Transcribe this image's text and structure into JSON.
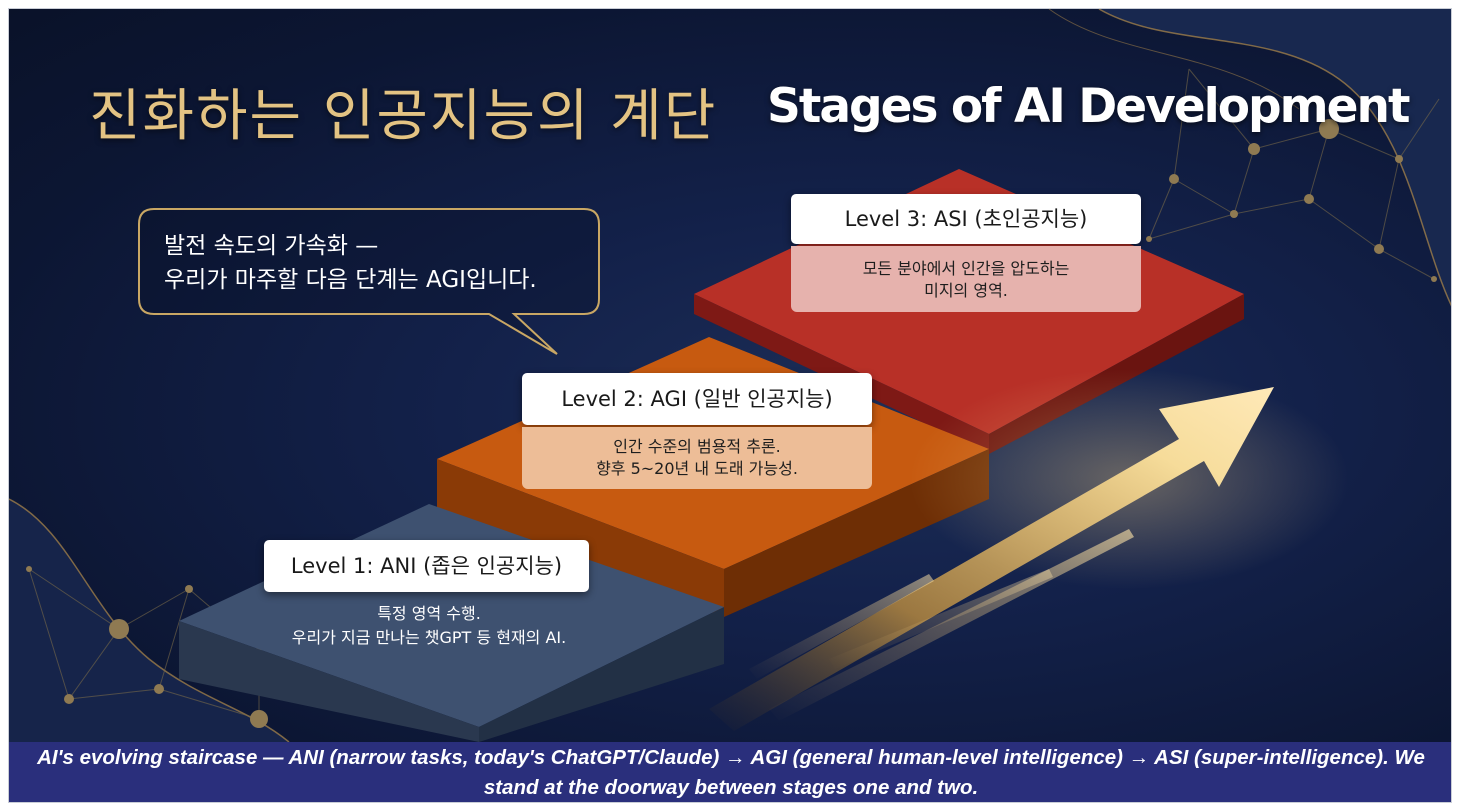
{
  "title_ko": "진화하는 인공지능의 계단",
  "title_en": "Stages of AI Development",
  "bubble": {
    "line1": "발전 속도의 가속화 —",
    "line2": "우리가 마주할 다음 단계는 AGI입니다."
  },
  "levels": [
    {
      "label": "Level 1: ANI (좁은 인공지능)",
      "desc_line1": "특정 영역 수행.",
      "desc_line2": "우리가 지금 만나는 챗GPT 등 현재의 AI."
    },
    {
      "label": "Level 2: AGI (일반 인공지능)",
      "desc_line1": "인간 수준의 범용적 추론.",
      "desc_line2": "향후 5~20년 내 도래 가능성."
    },
    {
      "label": "Level 3: ASI (초인공지능)",
      "desc_line1": "모든 분야에서 인간을 압도하는",
      "desc_line2": "미지의 영역."
    }
  ],
  "caption": "AI's evolving staircase — ANI (narrow tasks, today's ChatGPT/Claude) → AGI (general human-level intelligence) → ASI (super-intelligence). We stand at the doorway between stages one and two.",
  "colors": {
    "background": "#13214a",
    "title_gold": "#e3c383",
    "step1": "#3e5170",
    "step2": "#b8500f",
    "step3": "#a3241f",
    "caption_bar": "#2a2f7c"
  }
}
